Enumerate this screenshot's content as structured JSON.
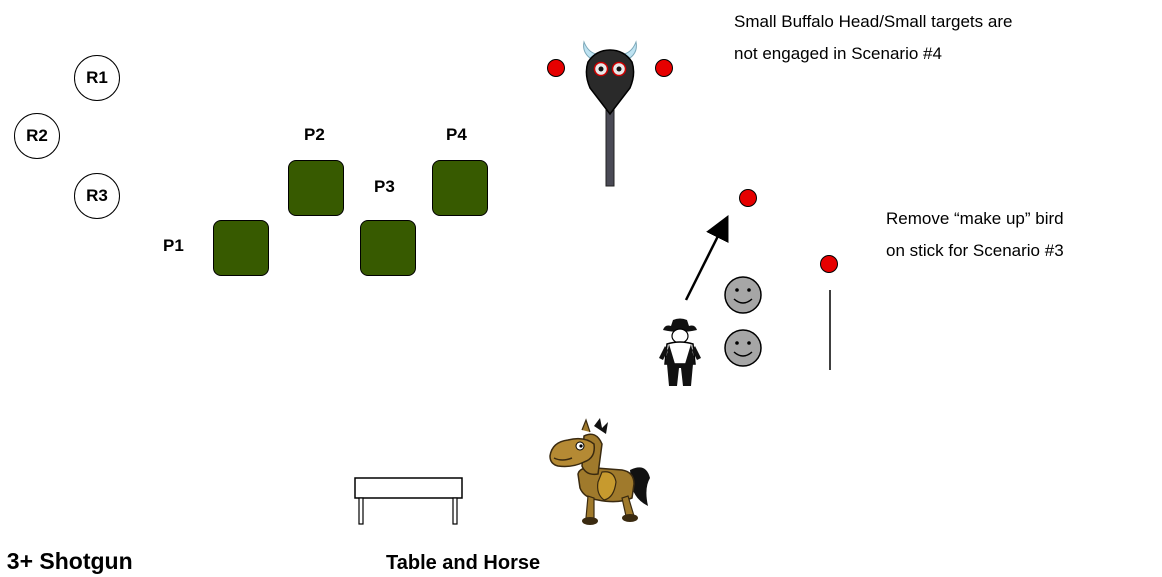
{
  "rifle_targets": [
    "R1",
    "R2",
    "R3"
  ],
  "pistol_targets": [
    "P1",
    "P2",
    "P3",
    "P4"
  ],
  "notes": {
    "buffalo_line1": "Small Buffalo Head/Small targets are",
    "buffalo_line2": "not engaged in Scenario #4",
    "bird_line1": "Remove “make up” bird",
    "bird_line2": "on stick for Scenario #3"
  },
  "bottom_labels": {
    "shotgun": ", 3+ Shotgun",
    "table_horse": "Table and Horse"
  },
  "colors": {
    "plate": "#375a00",
    "red_target": "#e60000",
    "face_target": "#a6a6a6"
  },
  "icons": [
    "buffalo-head-icon",
    "cowboy-icon",
    "horse-icon",
    "table-icon",
    "smiley-face-icon",
    "arrow-icon"
  ]
}
